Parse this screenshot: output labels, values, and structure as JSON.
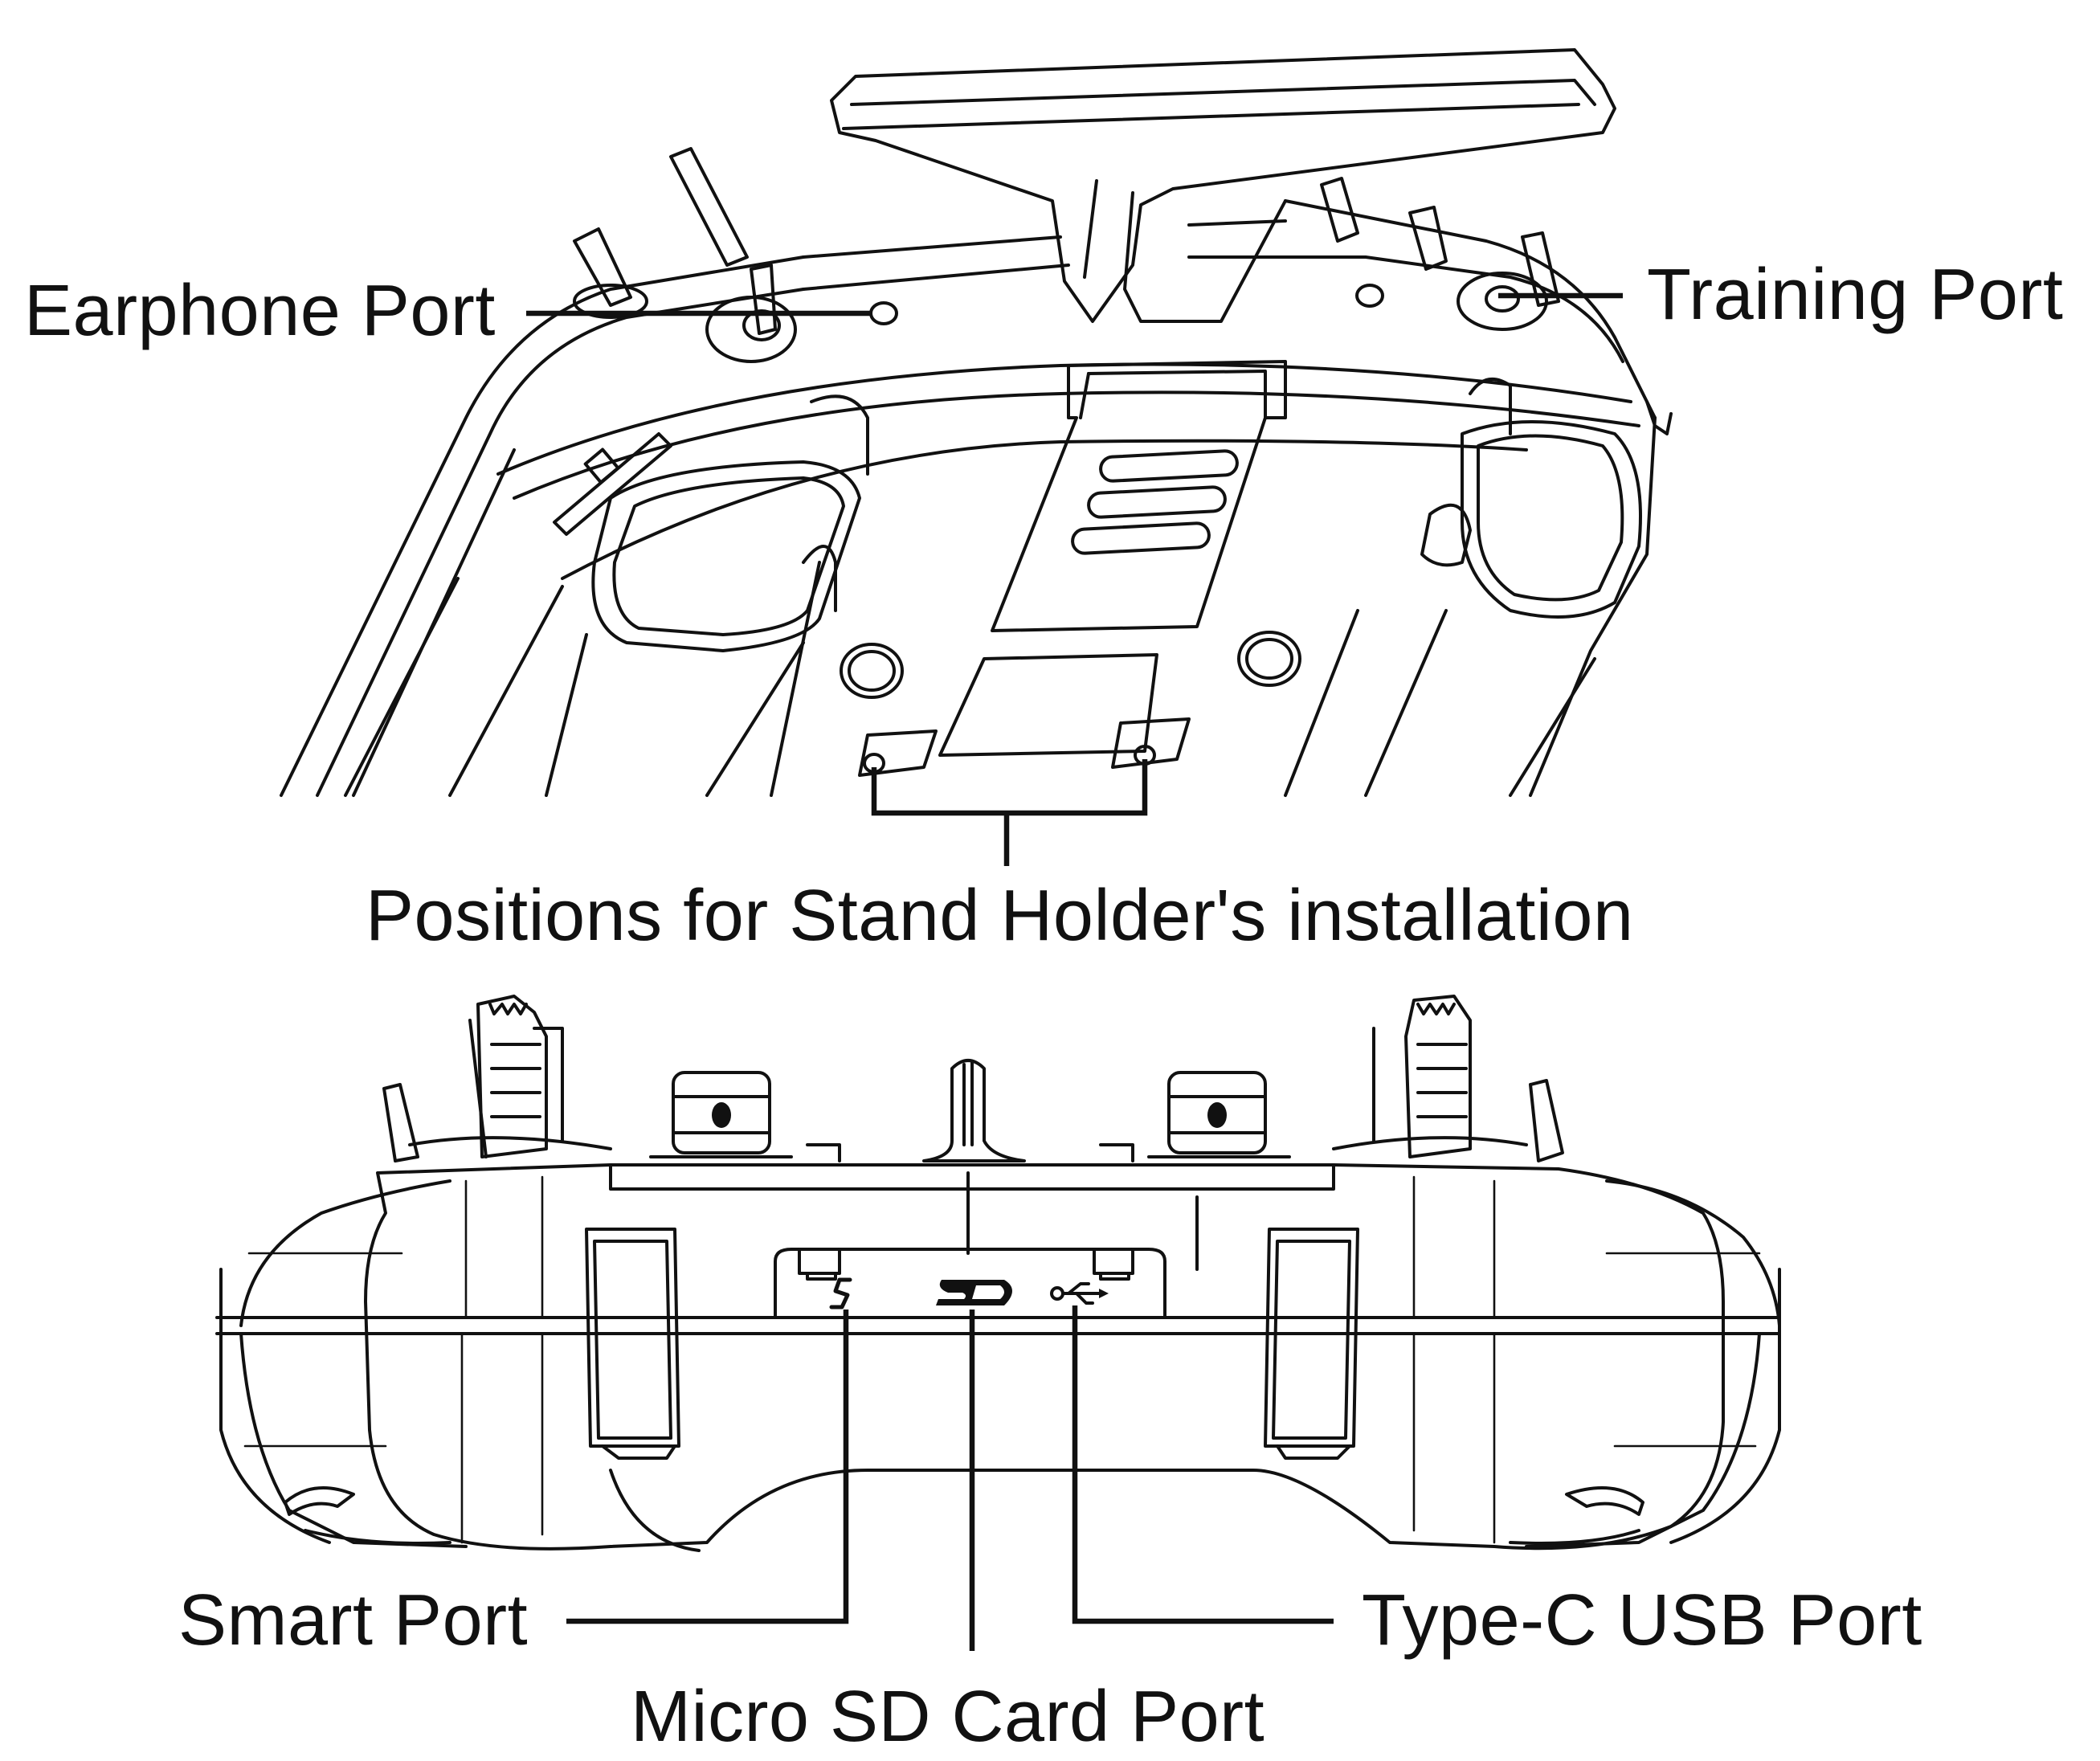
{
  "labels": {
    "earphone_port": "Earphone Port",
    "training_port": "Training Port",
    "stand_holder": "Positions for Stand Holder's installation",
    "smart_port": "Smart Port",
    "micro_sd_port": "Micro SD Card Port",
    "type_c_usb_port": "Type-C USB Port"
  },
  "colors": {
    "line": "#111111",
    "background": "#ffffff"
  },
  "icons": [
    "smart-port-s-icon",
    "sd-card-logo-icon",
    "usb-symbol-icon"
  ]
}
